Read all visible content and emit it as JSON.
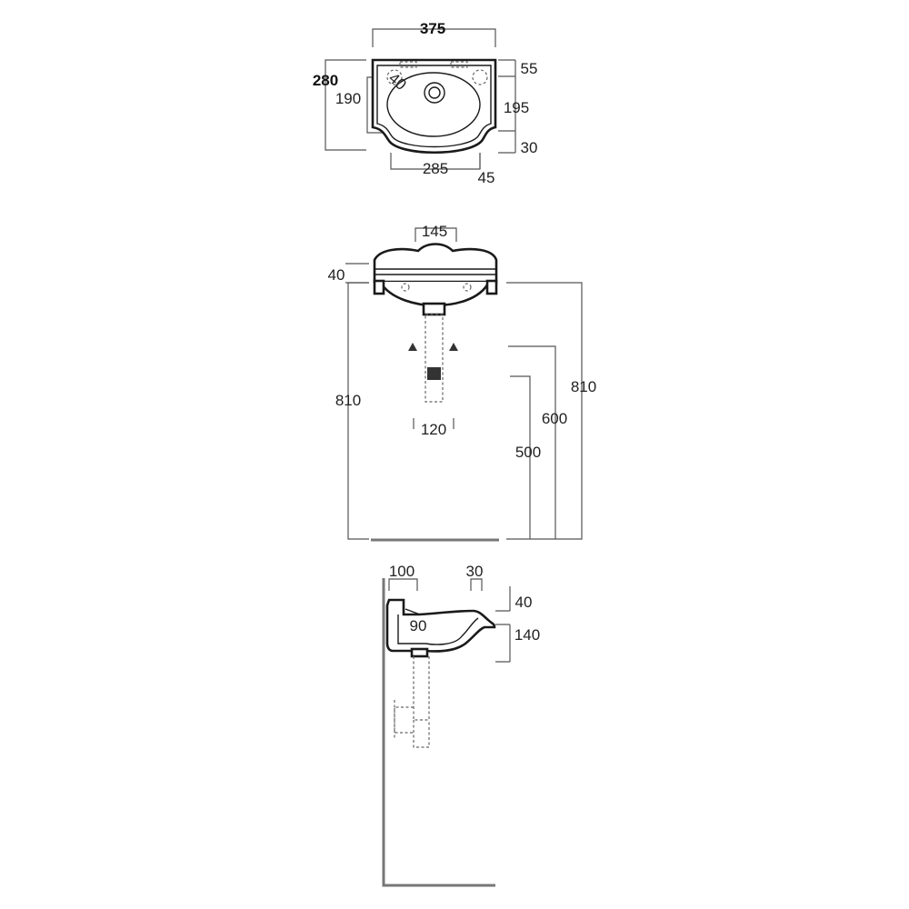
{
  "top_view": {
    "dims": {
      "width": "375",
      "depth": "280",
      "inner_depth": "190",
      "tap_hole": "40",
      "back_ledge": "55",
      "bowl_depth": "195",
      "front_lip": "30",
      "bowl_width": "285",
      "side_offset": "45"
    }
  },
  "front_view": {
    "dims": {
      "tap_spacing": "145",
      "rim_height": "40",
      "left_height": "810",
      "height_total": "810",
      "height_supply": "600",
      "height_waste": "500",
      "waste_spacing": "120"
    }
  },
  "side_view": {
    "dims": {
      "wall_offset": "100",
      "front_offset": "30",
      "overflow": "90",
      "lip": "40",
      "bowl_height": "140"
    }
  }
}
